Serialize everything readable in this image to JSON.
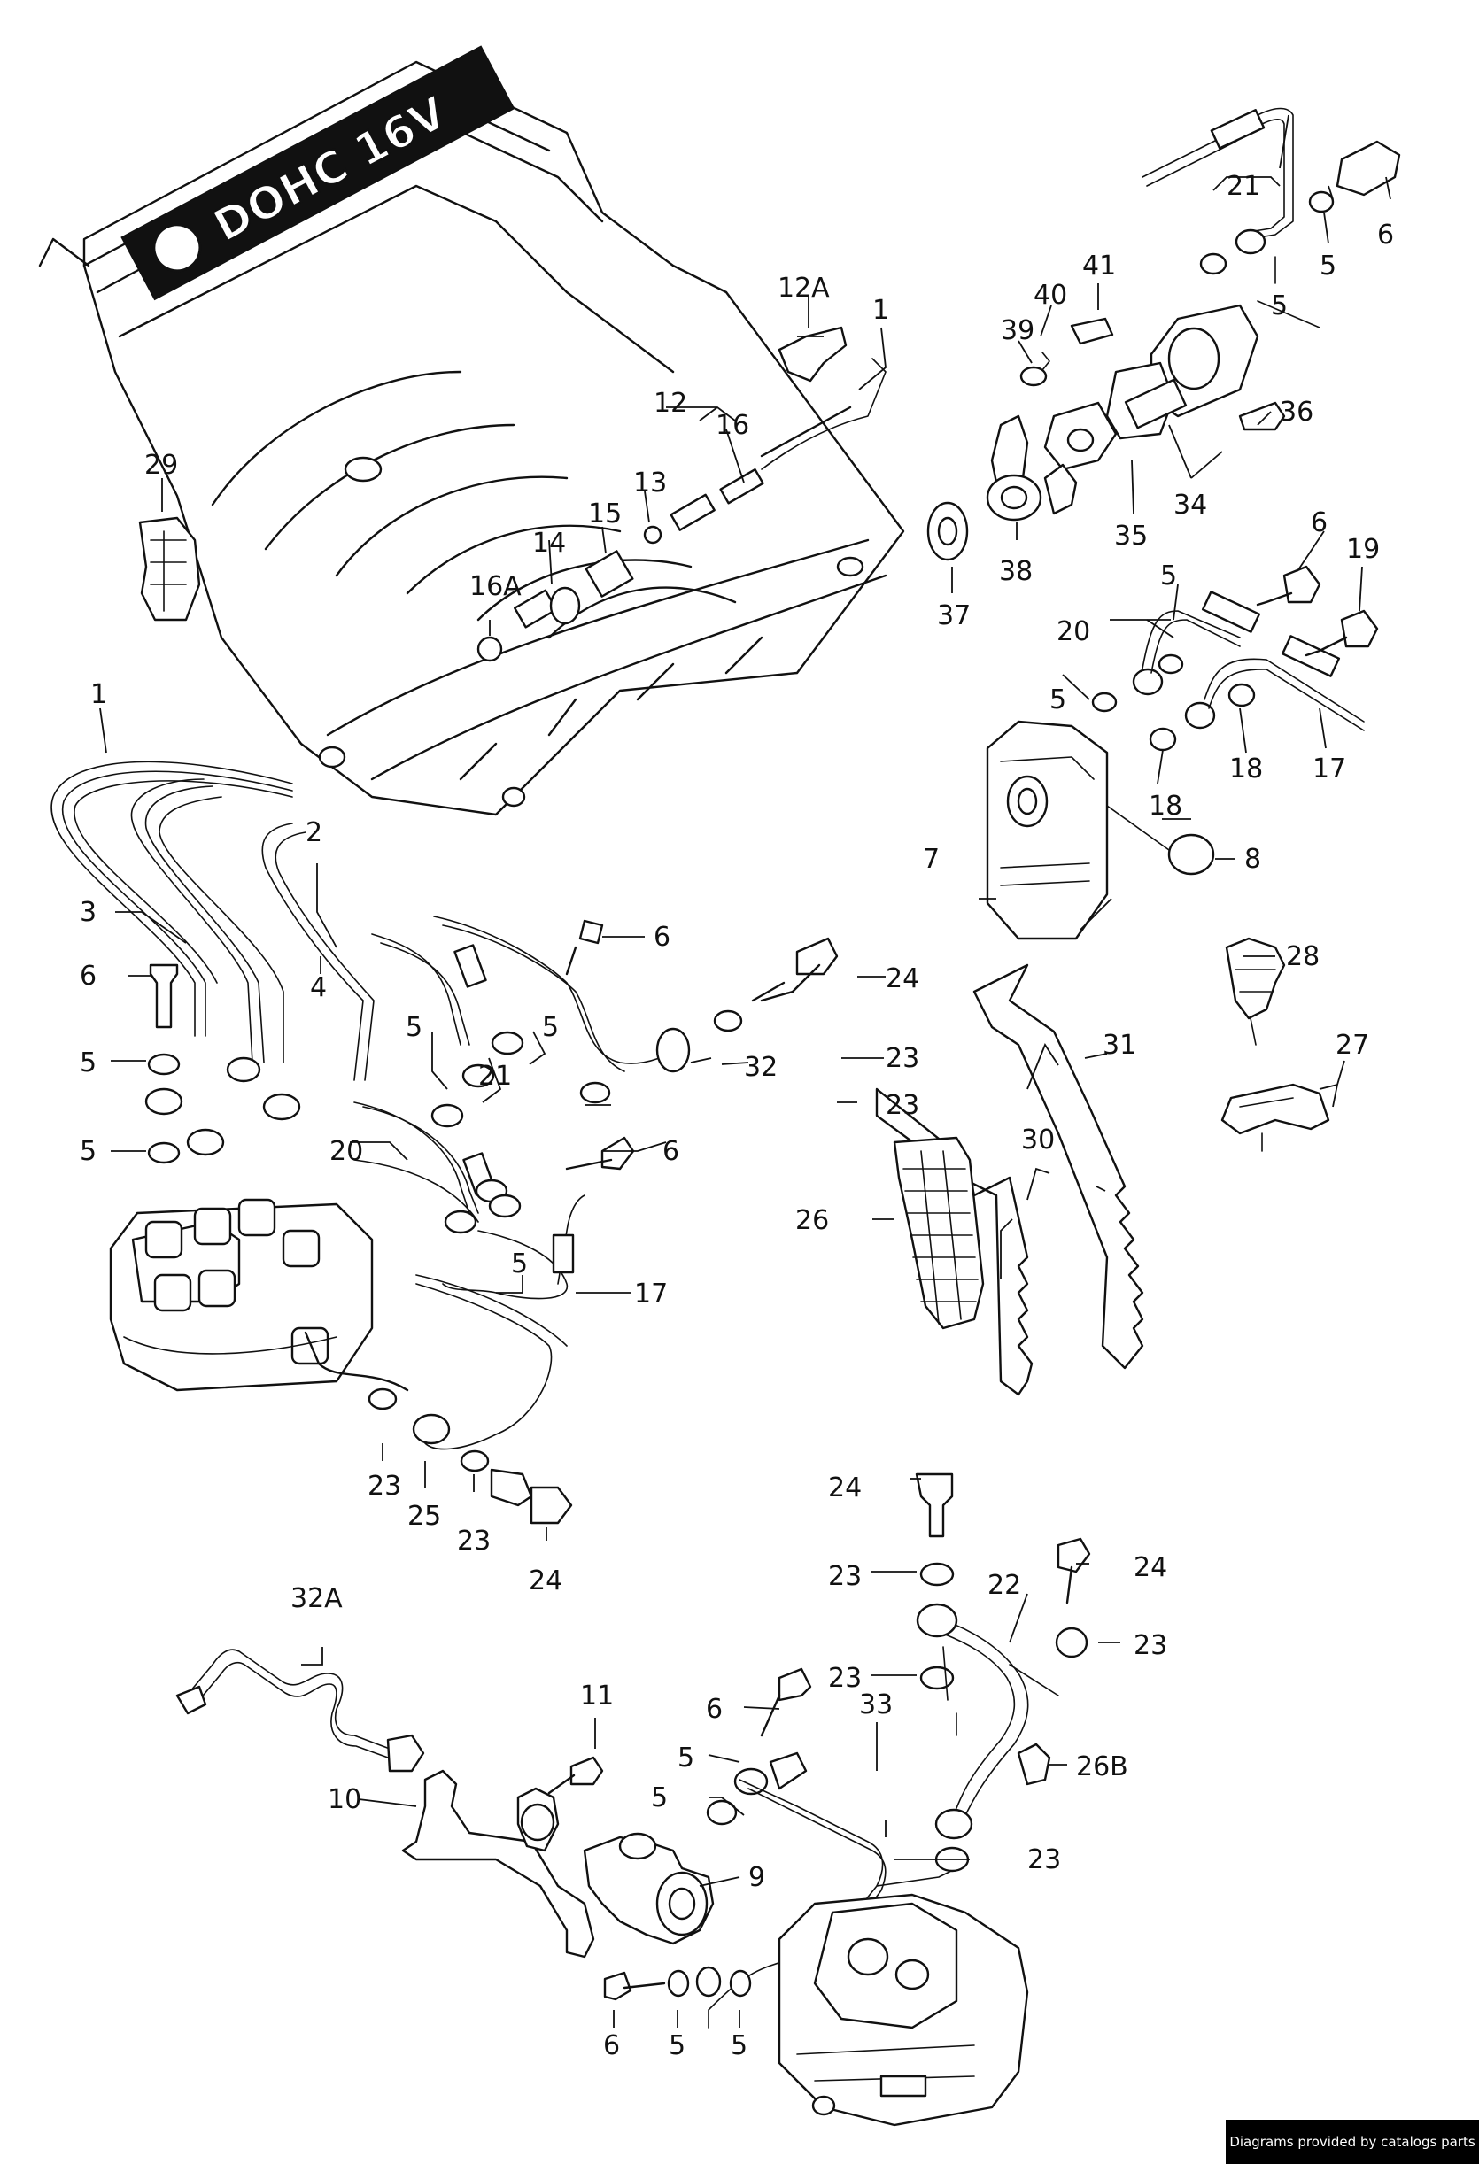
{
  "cover": {
    "text": "DOHC 16V"
  },
  "labels": {
    "L1a": "1",
    "L1b": "1",
    "L2": "2",
    "L3": "3",
    "L4": "4",
    "L5a": "5",
    "L5b": "5",
    "L5c": "5",
    "L5d": "5",
    "L5e": "5",
    "L5f": "5",
    "L5g": "5",
    "L5h": "5",
    "L5i": "5",
    "L5j": "5",
    "L5k": "5",
    "L5l": "5",
    "L5m": "5",
    "L6a": "6",
    "L6b": "6",
    "L6c": "6",
    "L6d": "6",
    "L6e": "6",
    "L6f": "6",
    "L6g": "6",
    "L7": "7",
    "L8": "8",
    "L9": "9",
    "L10": "10",
    "L11": "11",
    "L12": "12",
    "L12A": "12A",
    "L13": "13",
    "L14": "14",
    "L15": "15",
    "L16": "16",
    "L16A": "16A",
    "L17a": "17",
    "L17b": "17",
    "L18a": "18",
    "L18b": "18",
    "L19": "19",
    "L20a": "20",
    "L20b": "20",
    "L21a": "21",
    "L21b": "21",
    "L22": "22",
    "L23a": "23",
    "L23b": "23",
    "L23c": "23",
    "L23d": "23",
    "L23e": "23",
    "L23f": "23",
    "L23g": "23",
    "L23h": "23",
    "L24a": "24",
    "L24b": "24",
    "L24c": "24",
    "L24d": "24",
    "L25": "25",
    "L26": "26",
    "L26B": "26B",
    "L27": "27",
    "L28": "28",
    "L29": "29",
    "L30": "30",
    "L31": "31",
    "L32": "32",
    "L32A": "32A",
    "L33": "33",
    "L34": "34",
    "L35": "35",
    "L36": "36",
    "L37": "37",
    "L38": "38",
    "L39": "39",
    "L40": "40",
    "L41": "41"
  },
  "footer": {
    "credit": "Diagrams provided by catalogs parts"
  }
}
